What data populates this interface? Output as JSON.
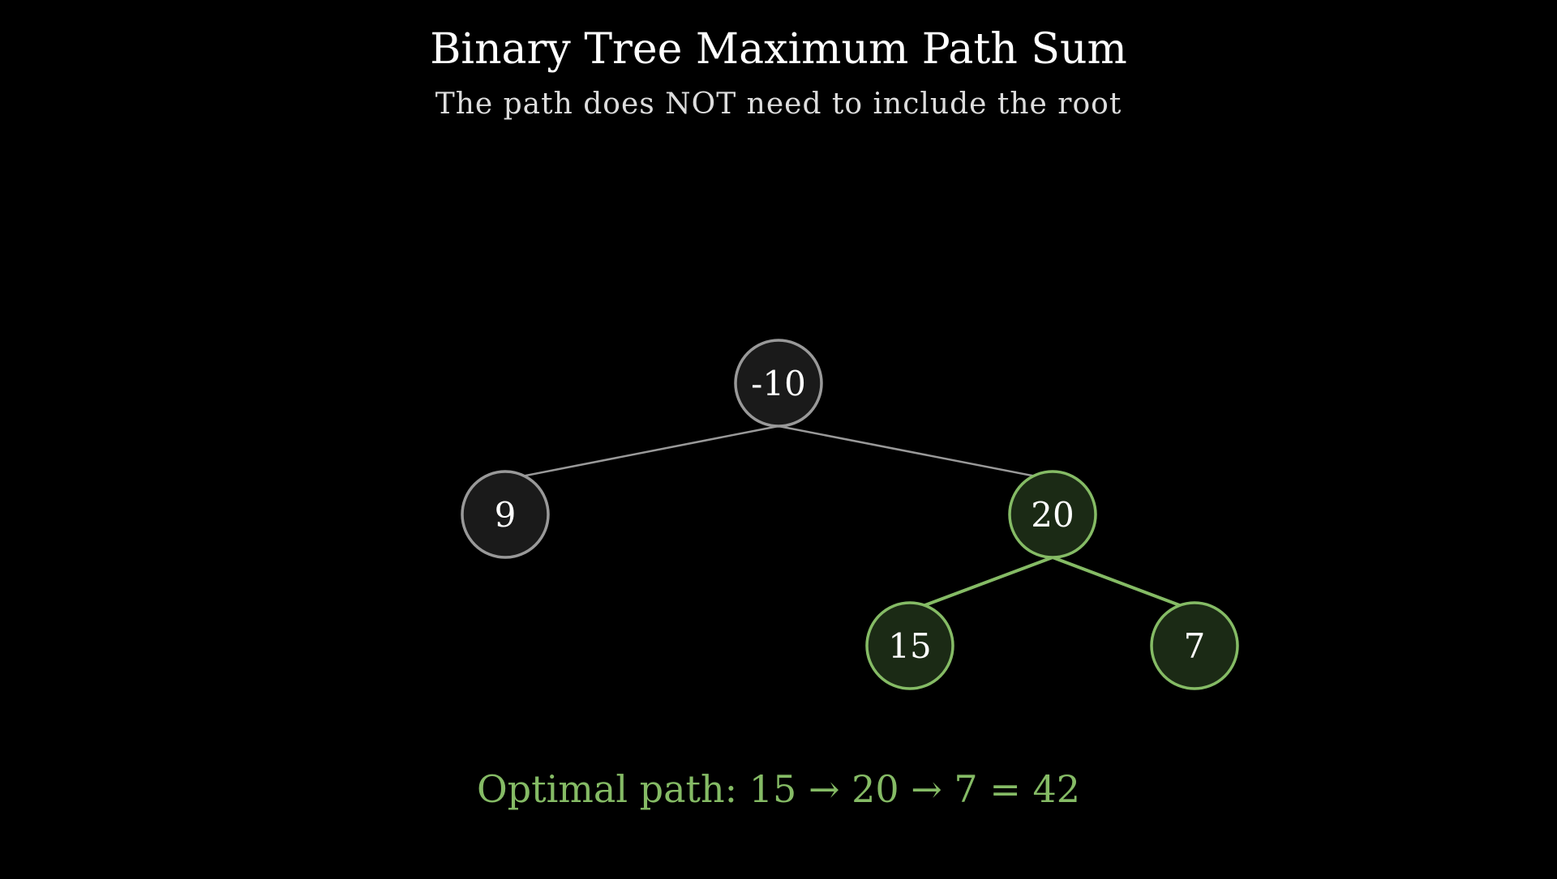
{
  "title": "Binary Tree Maximum Path Sum",
  "subtitle": "The path does NOT need to include the root",
  "colors": {
    "background": "#000000",
    "node_fill": "#1a1a1a",
    "node_stroke": "#999999",
    "edge": "#999999",
    "highlight_fill": "#1b2a15",
    "highlight_stroke": "#85bb65",
    "highlight_edge": "#85bb65",
    "text": "#ffffff",
    "result_text": "#85bb65"
  },
  "tree": {
    "nodes": [
      {
        "id": "n-10",
        "label": "-10",
        "highlighted": false
      },
      {
        "id": "n9",
        "label": "9",
        "highlighted": false
      },
      {
        "id": "n20",
        "label": "20",
        "highlighted": true
      },
      {
        "id": "n15",
        "label": "15",
        "highlighted": true
      },
      {
        "id": "n7",
        "label": "7",
        "highlighted": true
      }
    ],
    "edges": [
      {
        "from": "n-10",
        "to": "n9",
        "highlighted": false
      },
      {
        "from": "n-10",
        "to": "n20",
        "highlighted": false
      },
      {
        "from": "n20",
        "to": "n15",
        "highlighted": true
      },
      {
        "from": "n20",
        "to": "n7",
        "highlighted": true
      }
    ]
  },
  "result": "Optimal path: 15 → 20 → 7 = 42"
}
